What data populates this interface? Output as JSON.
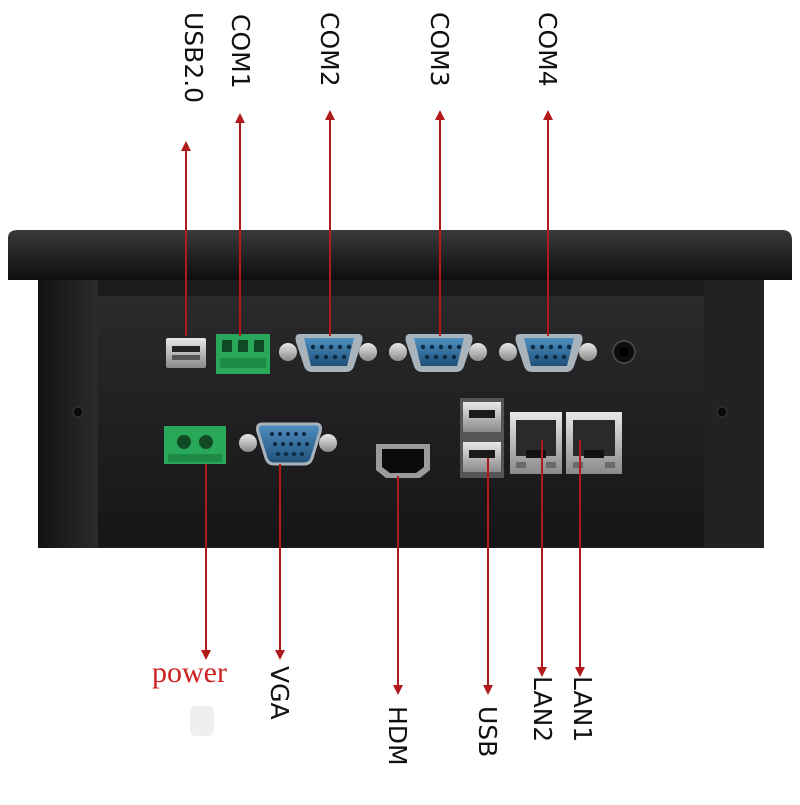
{
  "labels": {
    "usb20": "USB2.0",
    "com1": "COM1",
    "com2": "COM2",
    "com3": "COM3",
    "com4": "COM4",
    "power": "power",
    "vga": "VGA",
    "hdmi": "HDM",
    "usb": "USB",
    "lan2": "LAN2",
    "lan1": "LAN1"
  },
  "colors": {
    "arrow": "#b01a1a",
    "power_text": "#cc2222",
    "chassis": "#1f1f20",
    "port_blue": "#2f6f9f",
    "terminal_green": "#2aa85a"
  }
}
